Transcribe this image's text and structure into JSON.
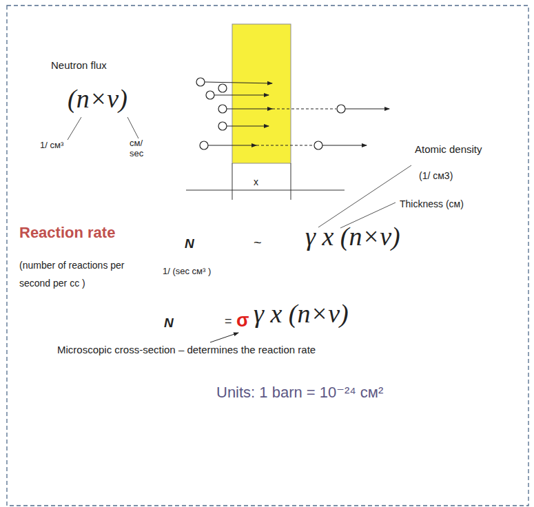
{
  "diagram": {
    "labels": [
      "Neutron flux",
      "(n×v)",
      "1/ см³",
      "см/ sec",
      "x",
      "Atomic density",
      "(1/ см3)",
      "Thickness  (см)",
      "Reaction rate",
      "(number of reactions per second per cc )",
      "N",
      "~",
      "γ x (n×v)",
      "1/ (sec см³ )",
      "N",
      "=",
      "σ",
      "γ x (n×v)",
      "Microscopic cross-section –  determines the reaction rate",
      "Units: 1 barn = 10⁻²⁴ см²"
    ]
  }
}
